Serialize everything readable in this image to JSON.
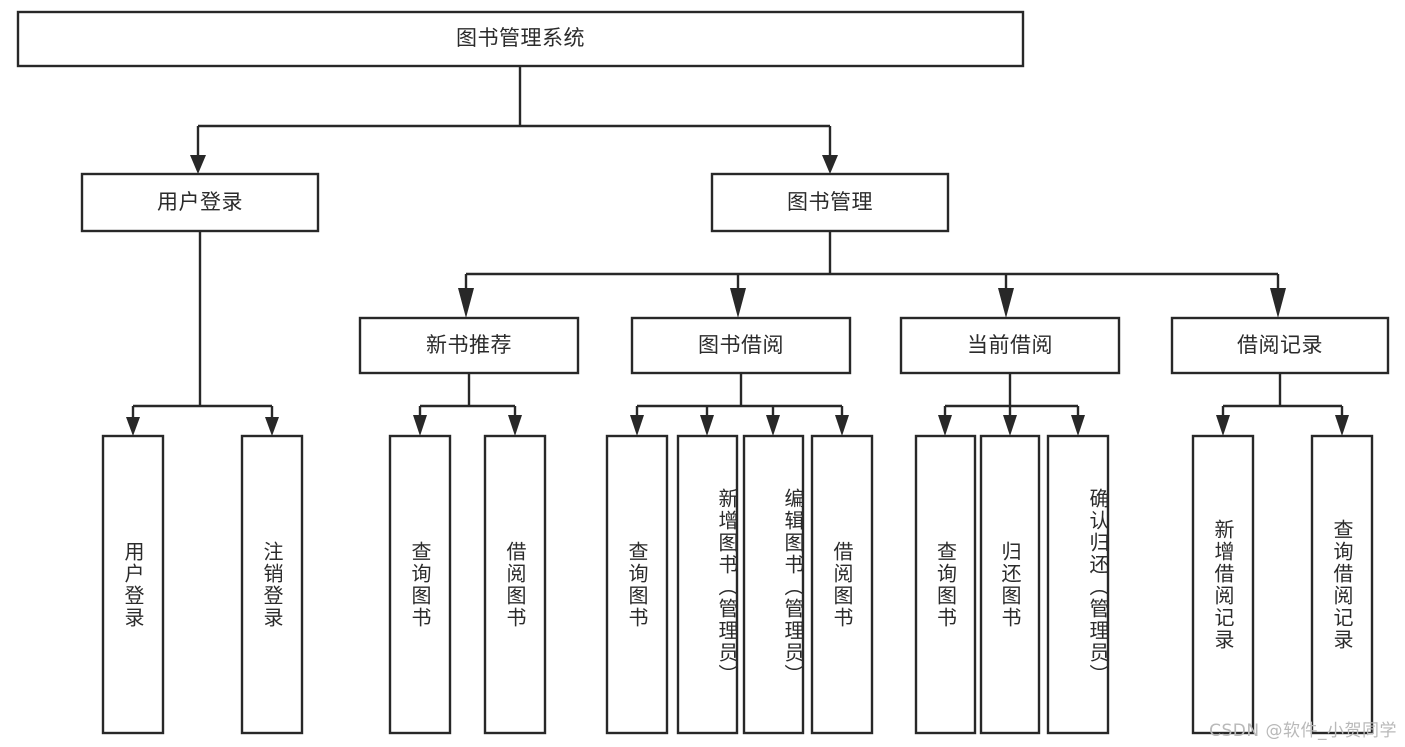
{
  "diagram": {
    "type": "tree",
    "title": "图书管理系统",
    "orientation": "top-down",
    "colors": {
      "box_stroke": "#282828",
      "box_fill": "#ffffff",
      "text": "#2b2b2b",
      "connector": "#282828",
      "watermark": "#b9b9b9",
      "background": "#ffffff"
    },
    "root": {
      "label": "图书管理系统"
    },
    "level2": [
      {
        "label": "用户登录"
      },
      {
        "label": "图书管理"
      }
    ],
    "level3": [
      {
        "label": "新书推荐"
      },
      {
        "label": "图书借阅"
      },
      {
        "label": "当前借阅"
      },
      {
        "label": "借阅记录"
      }
    ],
    "leaves": {
      "user_login": [
        {
          "label": "用户登录"
        },
        {
          "label": "注销登录"
        }
      ],
      "new_book_recommend": [
        {
          "label": "查询图书"
        },
        {
          "label": "借阅图书"
        }
      ],
      "book_borrow": [
        {
          "label": "查询图书"
        },
        {
          "label": "新增图书（管理员）"
        },
        {
          "label": "编辑图书（管理员）"
        },
        {
          "label": "借阅图书"
        }
      ],
      "current_borrow": [
        {
          "label": "查询图书"
        },
        {
          "label": "归还图书"
        },
        {
          "label": "确认归还（管理员）"
        }
      ],
      "borrow_record": [
        {
          "label": "新增借阅记录"
        },
        {
          "label": "查询借阅记录"
        }
      ]
    }
  },
  "watermark": {
    "text": "CSDN @软件_小贺同学"
  }
}
